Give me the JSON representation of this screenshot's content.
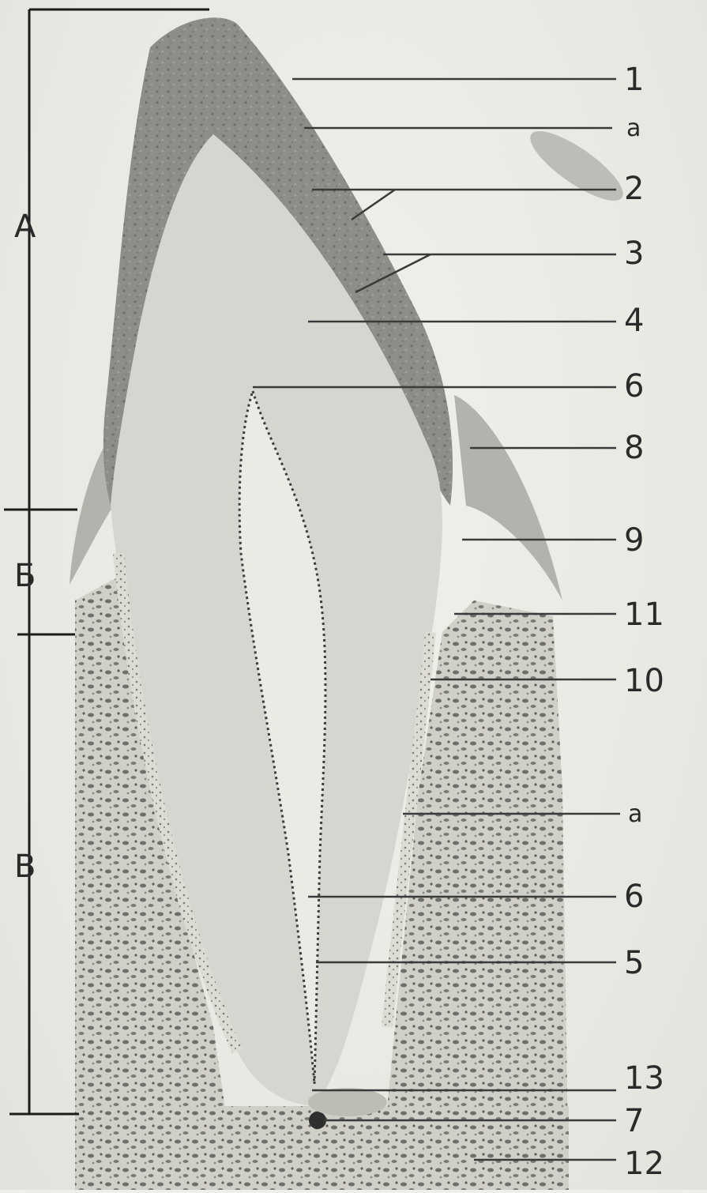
{
  "labels": {
    "l1": "1",
    "la_top": "а",
    "l2": "2",
    "l3": "3",
    "l4": "4",
    "l6_top": "6",
    "l8": "8",
    "l9": "9",
    "l11": "11",
    "l10": "10",
    "la_bottom": "а",
    "l6_bottom": "6",
    "l5": "5",
    "l13": "13",
    "l7": "7",
    "l12": "12"
  },
  "zones": {
    "A": "А",
    "B_cyr": "Б",
    "V": "В"
  },
  "colors": {
    "enamel": "#8d8d88",
    "dentin": "#d7d7d1",
    "pulp": "#e9e9e4",
    "tissue": "#c9c9c2",
    "background": "#eeeeea"
  }
}
